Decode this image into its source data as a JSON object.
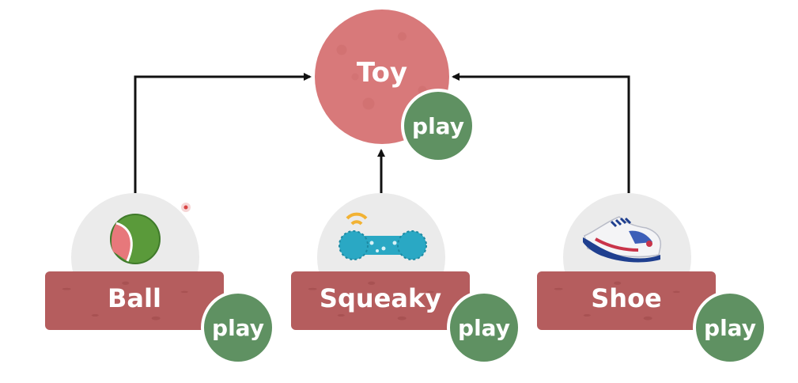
{
  "parent": {
    "label": "Toy",
    "action": "play"
  },
  "children": [
    {
      "label": "Ball",
      "action": "play",
      "icon": "tennis-ball-icon"
    },
    {
      "label": "Squeaky",
      "action": "play",
      "icon": "squeaky-bone-icon"
    },
    {
      "label": "Shoe",
      "action": "play",
      "icon": "sneaker-icon"
    }
  ],
  "colors": {
    "parent_fill": "#d8797a",
    "child_bar_fill": "#b55d5e",
    "child_dome_fill": "#ebebeb",
    "play_badge_fill": "#5f9162",
    "arrow": "#111111"
  }
}
